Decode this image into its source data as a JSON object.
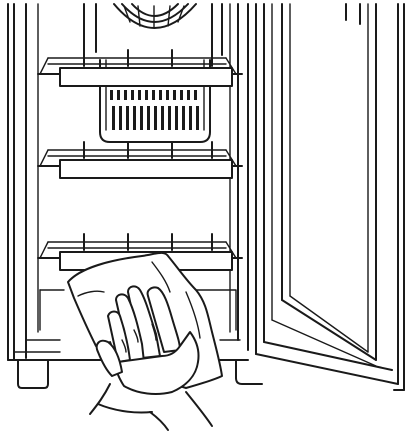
{
  "figure": {
    "subject": "cleaning-cabinet-interior",
    "line_color": "#1a1a1a",
    "background_color": "#ffffff",
    "shelf_count": 3,
    "shelf_rod_count": 4
  }
}
